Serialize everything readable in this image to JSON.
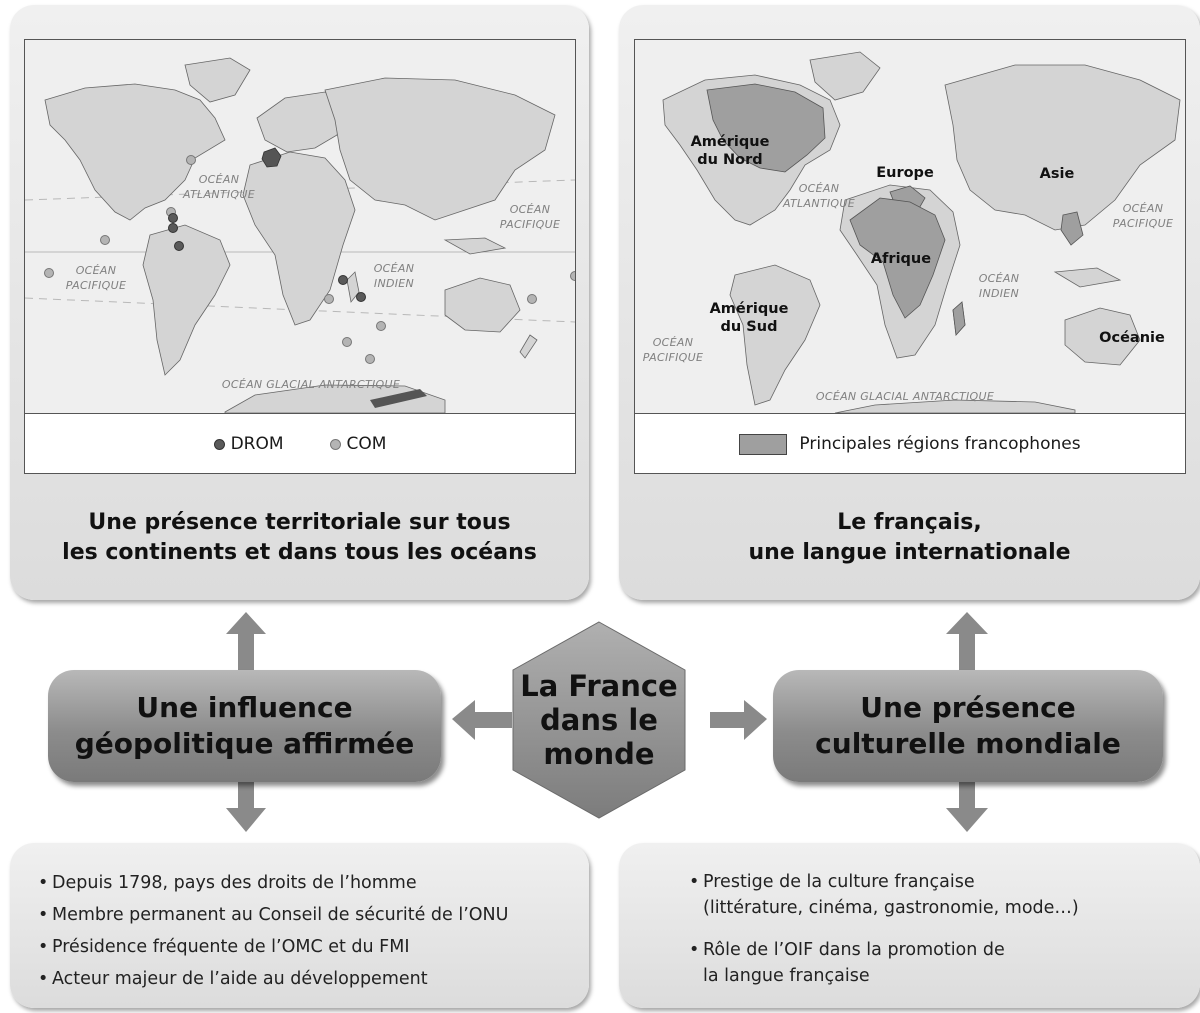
{
  "left_panel": {
    "oceans": {
      "atlantique": [
        "OCÉAN",
        "ATLANTIQUE"
      ],
      "pacifique_w": [
        "OCÉAN",
        "PACIFIQUE"
      ],
      "pacifique_e": [
        "OCÉAN",
        "PACIFIQUE"
      ],
      "indien": [
        "OCÉAN",
        "INDIEN"
      ],
      "glacial": "OCÉAN GLACIAL ANTARCTIQUE"
    },
    "legend": {
      "drom": "DROM",
      "com": "COM"
    },
    "title_line1": "Une présence territoriale sur tous",
    "title_line2": "les continents et dans tous les océans"
  },
  "right_panel": {
    "oceans": {
      "atlantique": [
        "OCÉAN",
        "ATLANTIQUE"
      ],
      "pacifique_w": [
        "OCÉAN",
        "PACIFIQUE"
      ],
      "pacifique_e": [
        "OCÉAN",
        "PACIFIQUE"
      ],
      "indien": [
        "OCÉAN",
        "INDIEN"
      ],
      "glacial": "OCÉAN GLACIAL ANTARCTIQUE"
    },
    "regions": {
      "amerique_nord": [
        "Amérique",
        "du Nord"
      ],
      "europe": "Europe",
      "asie": "Asie",
      "afrique": "Afrique",
      "amerique_sud": [
        "Amérique",
        "du Sud"
      ],
      "oceanie": "Océanie"
    },
    "legend": "Principales régions francophones",
    "title_line1": "Le français,",
    "title_line2": "une langue internationale"
  },
  "center": {
    "line1": "La France",
    "line2": "dans le",
    "line3": "monde"
  },
  "left_pill": {
    "line1": "Une influence",
    "line2": "géopolitique affirmée"
  },
  "right_pill": {
    "line1": "Une présence",
    "line2": "culturelle mondiale"
  },
  "left_bullets": [
    "Depuis 1798, pays des droits de l’homme",
    "Membre permanent au Conseil de sécurité de l’ONU",
    "Présidence fréquente de l’OMC et du FMI",
    "Acteur majeur de l’aide au développement"
  ],
  "right_bullets": [
    {
      "line1": "Prestige de la culture française",
      "line2": "(littérature, cinéma, gastronomie, mode…)"
    },
    {
      "line1": "Rôle de l’OIF dans la promotion de",
      "line2": "la langue française"
    }
  ],
  "colors": {
    "panel": "#e6e6e6",
    "pill": "#8e8e8e",
    "arrow": "#8a8a8a",
    "land": "#d4d4d4",
    "francophone": "#9f9f9f",
    "drom": "#5a5a5a",
    "com": "#b4b4b4"
  },
  "icons": [
    "arrow-up-icon",
    "arrow-down-icon",
    "arrow-left-icon",
    "arrow-right-icon",
    "hexagon-shape"
  ]
}
